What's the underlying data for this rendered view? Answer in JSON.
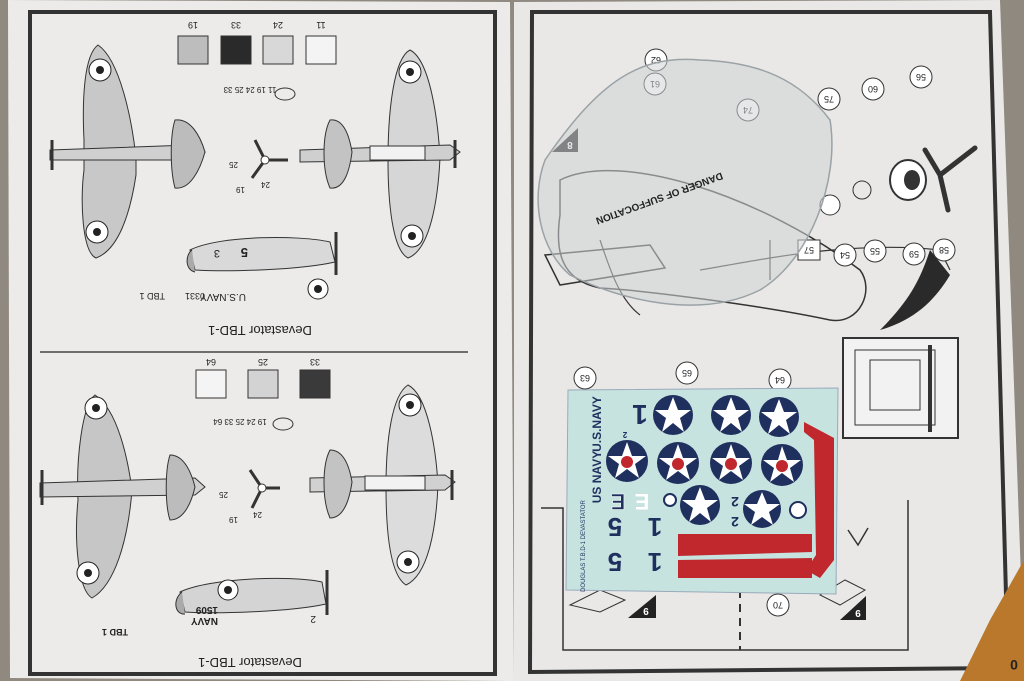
{
  "left_page": {
    "top_section": {
      "title": "Devastator TBD-1",
      "swatches": [
        "19",
        "33",
        "24",
        "11"
      ],
      "parts_ref": "11 19 24 25 33",
      "prop_parts": [
        "25",
        "19",
        "24"
      ],
      "markings": [
        "U.S.NAVY",
        "0331",
        "TBD 1",
        "5",
        "3"
      ]
    },
    "bottom_section": {
      "title": "Devastator TBD-1",
      "swatches": [
        "64",
        "25",
        "33"
      ],
      "parts_ref": "19 24 25 33 64",
      "prop_parts": [
        "25",
        "19",
        "24"
      ],
      "markings": [
        "NAVY",
        "1509",
        "TBD 1",
        "2"
      ]
    }
  },
  "right_page": {
    "step_numbers": [
      "8",
      "9",
      "9"
    ],
    "callouts": [
      "62",
      "61",
      "74",
      "75",
      "60",
      "56",
      "57",
      "54",
      "55",
      "59",
      "58",
      "63",
      "65",
      "64",
      "70"
    ],
    "bag_warning": "DANGER OF SUFFOCATION",
    "page_number": "0",
    "decal_sheet": {
      "texts": [
        "U.S.NAVY",
        "US NAVY",
        "1",
        "2",
        "E",
        "E",
        "5",
        "5",
        "1",
        "1",
        "2",
        "2"
      ],
      "maker_text": "DOUGLAS T.B.D-1 DEVASTATOR",
      "colors": {
        "blue": "#1f2f5e",
        "red": "#c0282d",
        "sheet": "#c7e3e0"
      }
    }
  }
}
